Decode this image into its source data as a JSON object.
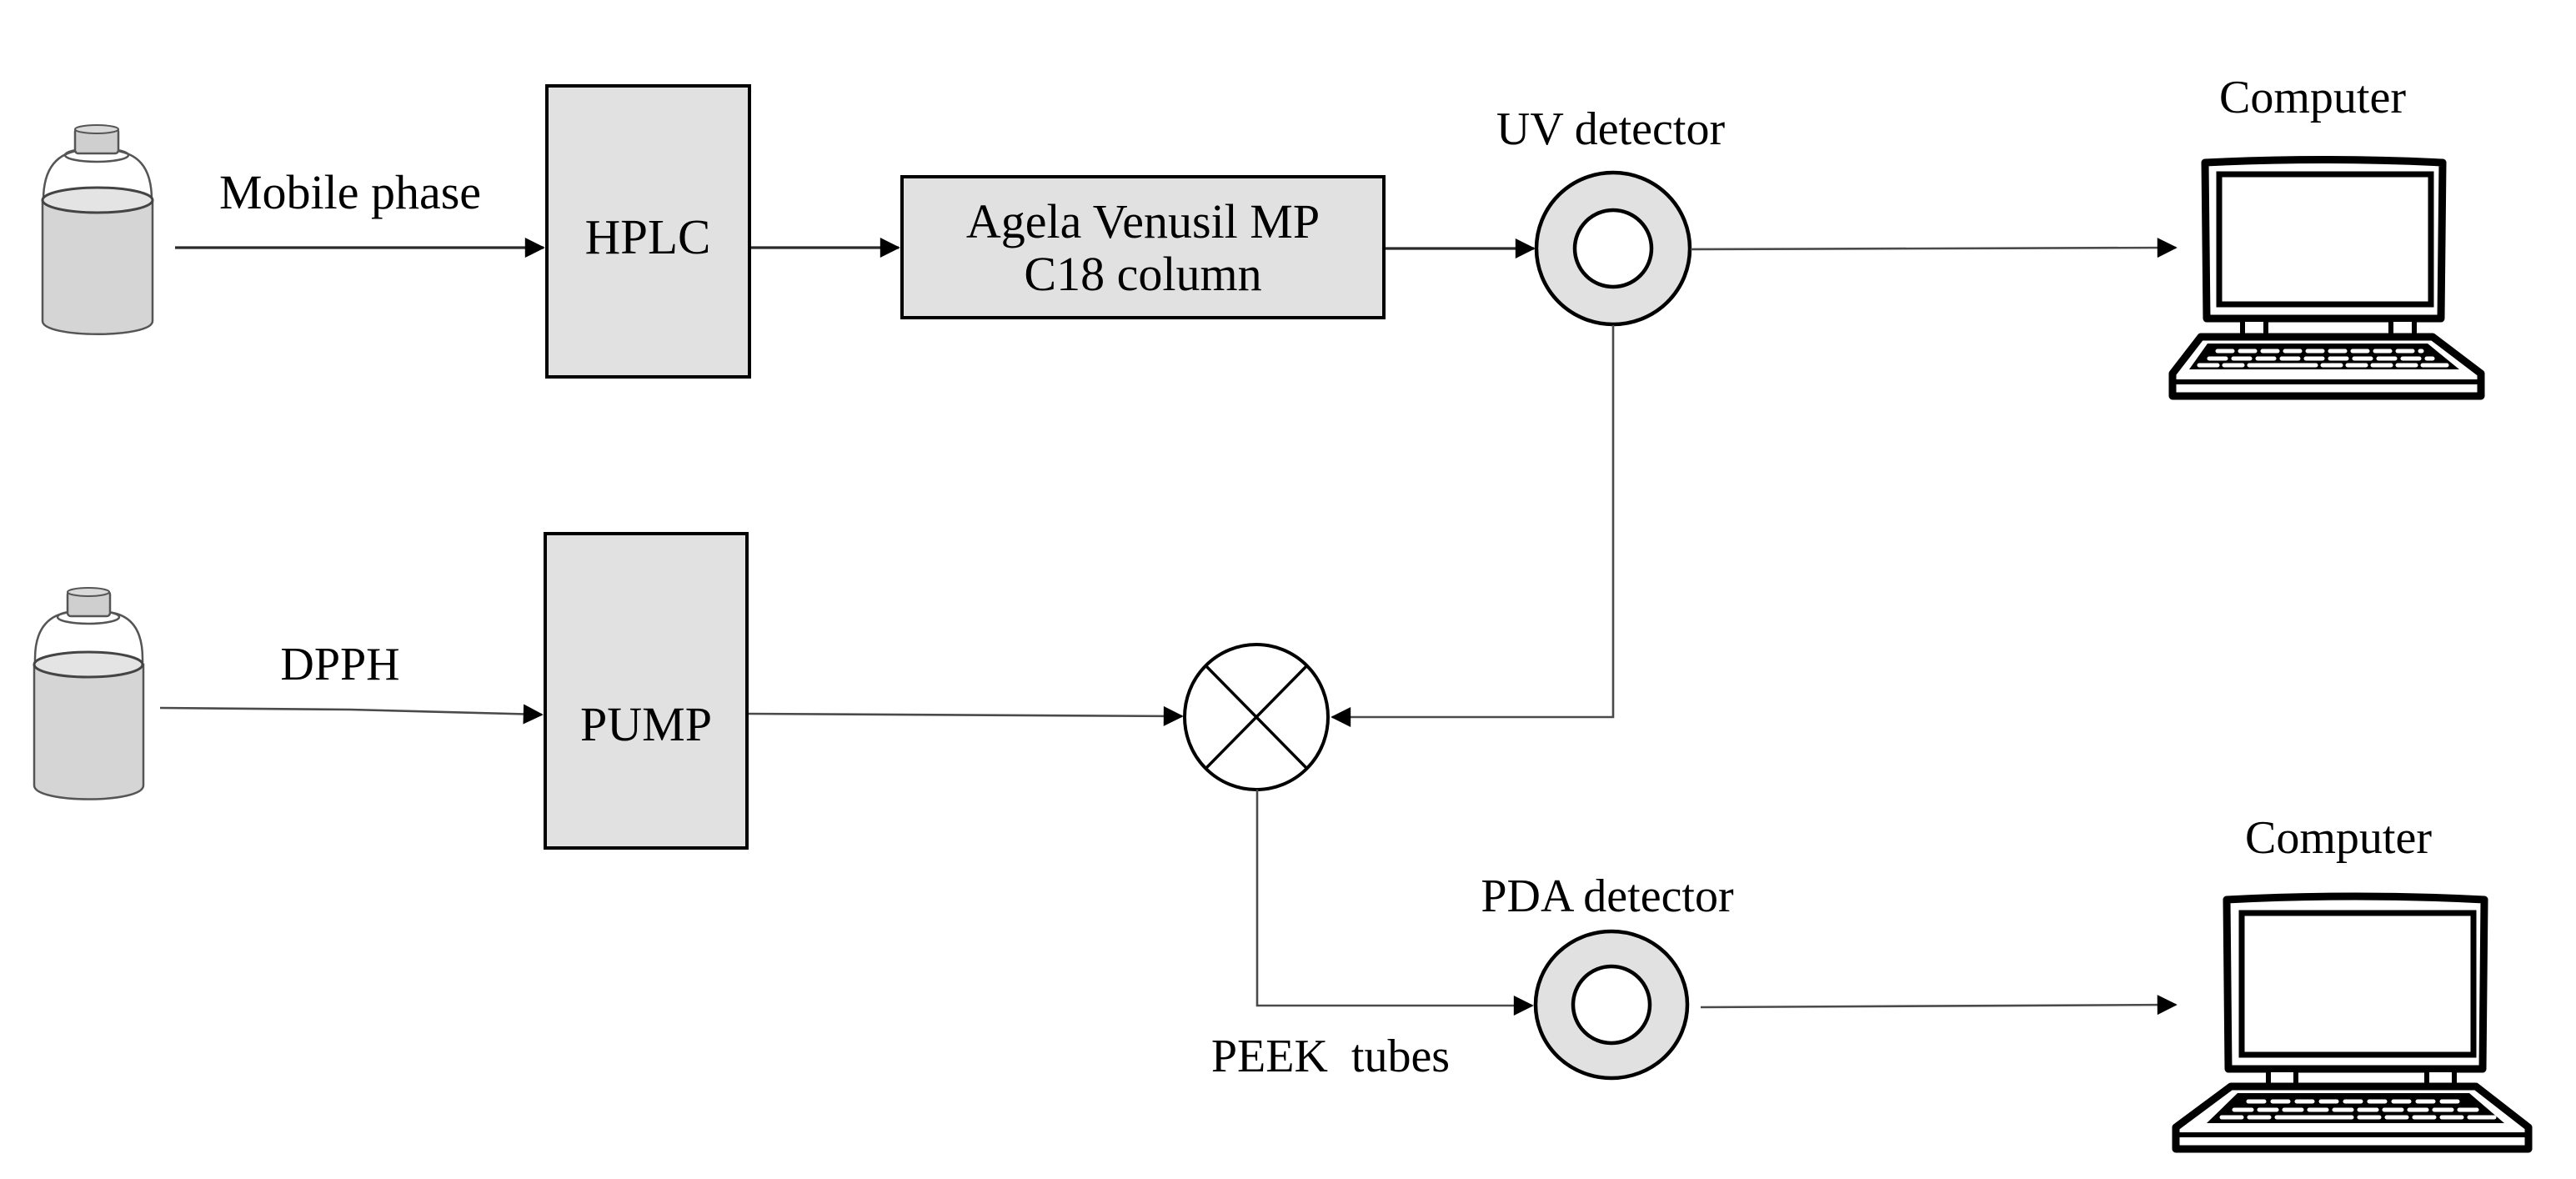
{
  "diagram": {
    "title": "HPLC online DPPH radical scavenging system",
    "colors": {
      "box_fill": "#e1e1e1",
      "line": "#000000",
      "liquid": "#d5d5d5",
      "background": "#ffffff"
    },
    "nodes": {
      "mobile_phase_bottle": {
        "label": "Mobile phase",
        "icon": "bottle-icon"
      },
      "dpph_bottle": {
        "label": "DPPH",
        "icon": "bottle-icon"
      },
      "hplc": {
        "label": "HPLC"
      },
      "column": {
        "label_line1": "Agela Venusil MP",
        "label_line2": "C18 column"
      },
      "uv_detector": {
        "label": "UV detector",
        "icon": "detector-ring-icon"
      },
      "pump": {
        "label": "PUMP"
      },
      "mixer": {
        "icon": "mixer-cross-icon"
      },
      "pda_detector": {
        "label": "PDA detector",
        "icon": "detector-ring-icon"
      },
      "computer_top": {
        "label": "Computer",
        "icon": "laptop-icon"
      },
      "computer_bottom": {
        "label": "Computer",
        "icon": "laptop-icon"
      },
      "peek_tubes": {
        "label": "PEEK  tubes"
      }
    },
    "edges": [
      {
        "from": "Mobile phase bottle",
        "to": "HPLC"
      },
      {
        "from": "HPLC",
        "to": "Agela Venusil MP C18 column"
      },
      {
        "from": "Agela Venusil MP C18 column",
        "to": "UV detector"
      },
      {
        "from": "UV detector",
        "to": "Computer (top)"
      },
      {
        "from": "UV detector",
        "to": "Mixer"
      },
      {
        "from": "DPPH bottle",
        "to": "PUMP"
      },
      {
        "from": "PUMP",
        "to": "Mixer"
      },
      {
        "from": "Mixer",
        "to": "PDA detector",
        "via": "PEEK tubes"
      },
      {
        "from": "PDA detector",
        "to": "Computer (bottom)"
      }
    ]
  }
}
